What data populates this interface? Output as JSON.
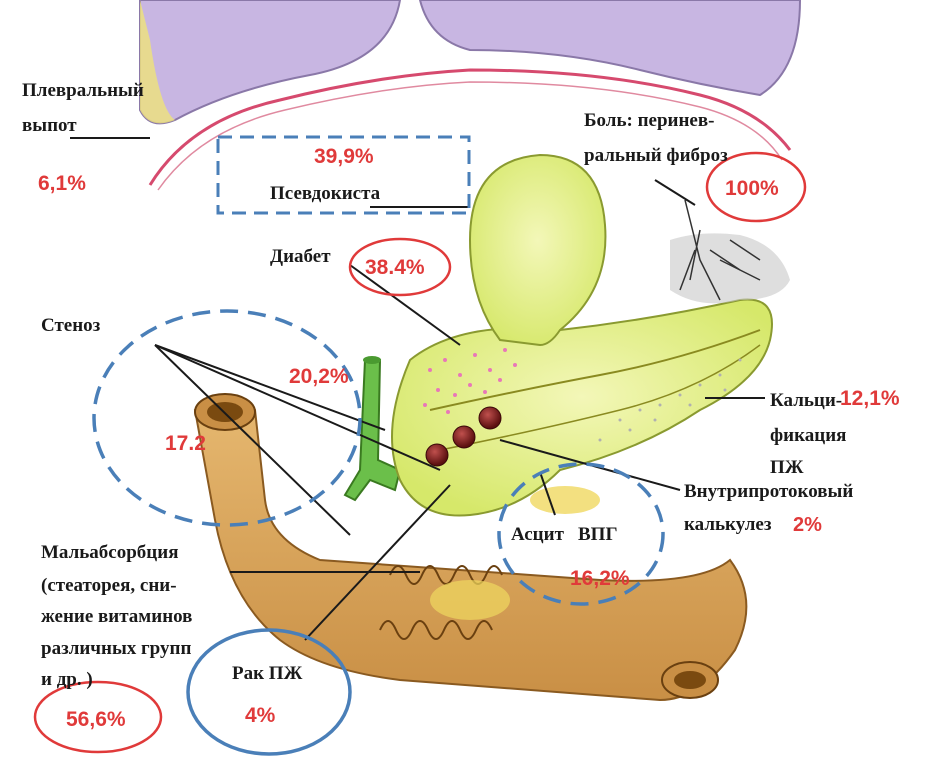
{
  "labels": {
    "pleural": [
      "Плевральный",
      "выпот"
    ],
    "pain": [
      "Боль: перинев-",
      "ральный фиброз"
    ],
    "pseudocyst": "Псевдокиста",
    "diabetes": "Диабет",
    "stenosis": "Стеноз",
    "calcification": [
      "Кальци-",
      "фикация",
      "ПЖ"
    ],
    "intraductal": [
      "Внутрипротоковый",
      "калькулез"
    ],
    "ascites": "Асцит",
    "portal": "ВПГ",
    "malabsorption": [
      "Мальабсорбция",
      "(стеаторея, сни-",
      "жение витаминов",
      "различных групп",
      "и др. )"
    ],
    "cancer": "Рак ПЖ"
  },
  "values": {
    "pleural": "6,1%",
    "pseudocyst": "39,9%",
    "pain": "100%",
    "diabetes": "38.4%",
    "stenosis_upper": "20,2%",
    "stenosis_lower": "17.2",
    "calcification": "12,1%",
    "intraductal": "2%",
    "portal": "16,2%",
    "malabsorption": "56,6%",
    "cancer": "4%"
  },
  "colors": {
    "red_highlight": "#e03a3a",
    "blue_highlight": "#4a7fb8",
    "pancreas": "#e4ef8a",
    "duodenum": "#d9a55a",
    "duct": "#6bbf4a",
    "lung": "#c8b6e2",
    "stone": "#7a1f1f"
  }
}
